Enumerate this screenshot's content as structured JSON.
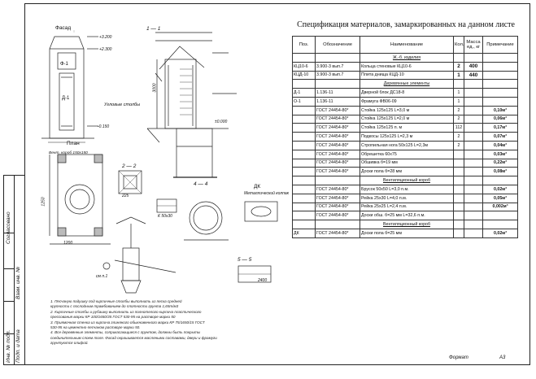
{
  "spec": {
    "title": "Спецификация материалов, замаркированных на данном листе",
    "headers": {
      "poz": "Поз.",
      "oboz": "Обозначение",
      "naim": "Наименование",
      "kol": "Кол.",
      "massa": "Масса ед., кг",
      "prim": "Примечание"
    },
    "rows": [
      {
        "poz": "",
        "oboz": "",
        "naim": "Ж.-б. изделия",
        "kol": "",
        "massa": "",
        "prim": "",
        "kind": "section"
      },
      {
        "poz": "КЦ10-6",
        "oboz": "3.900-3 вып.7",
        "naim": "Кольца стеновые КЦ10-6",
        "kol": "2",
        "massa": "400",
        "prim": "",
        "kind": "big"
      },
      {
        "poz": "КЦД-10",
        "oboz": "3.900-3 вып.7",
        "naim": "Плита днища КЦД-10",
        "kol": "1",
        "massa": "440",
        "prim": "",
        "kind": "big"
      },
      {
        "poz": "",
        "oboz": "",
        "naim": "Деревянные элементы",
        "kol": "",
        "massa": "",
        "prim": "",
        "kind": "section"
      },
      {
        "poz": "Д-1",
        "oboz": "1.136-11",
        "naim": "Дверной блок ДС18-8",
        "kol": "1",
        "massa": "",
        "prim": ""
      },
      {
        "poz": "О-1",
        "oboz": "1.136-11",
        "naim": "Фрамуга ФВ06-09",
        "kol": "1",
        "massa": "",
        "prim": ""
      },
      {
        "poz": "",
        "oboz": "ГОСТ 24454-80*",
        "naim": "Стойка 125x125 L=3,0 м",
        "kol": "2",
        "massa": "",
        "prim": "0,10м³"
      },
      {
        "poz": "",
        "oboz": "ГОСТ 24454-80*",
        "naim": "Стойка 125x125 L=2,0 м",
        "kol": "2",
        "massa": "",
        "prim": "0,06м³"
      },
      {
        "poz": "",
        "oboz": "ГОСТ 24454-80*",
        "naim": "Стойка 125x125 п. м",
        "kol": "112",
        "massa": "",
        "prim": "0,17м³"
      },
      {
        "poz": "",
        "oboz": "ГОСТ 24454-80*",
        "naim": "Подкосы 125x125 L=2,3 м",
        "kol": "2",
        "massa": "",
        "prim": "0,07м³"
      },
      {
        "poz": "",
        "oboz": "ГОСТ 24454-80*",
        "naim": "Стропильная нога 50x125 L=2,3м",
        "kol": "2",
        "massa": "",
        "prim": "0,04м³"
      },
      {
        "poz": "",
        "oboz": "ГОСТ 24454-80*",
        "naim": "Обрешетка 60x75",
        "kol": "",
        "massa": "",
        "prim": "0,03м³"
      },
      {
        "poz": "",
        "oboz": "ГОСТ 24454-80*",
        "naim": "Обшивка б=19 мм",
        "kol": "",
        "massa": "",
        "prim": "0,22м³"
      },
      {
        "poz": "",
        "oboz": "ГОСТ 24454-80*",
        "naim": "Доски пола б=28 мм",
        "kol": "",
        "massa": "",
        "prim": "0,08м³"
      },
      {
        "poz": "",
        "oboz": "",
        "naim": "Вентиляционный короб",
        "kol": "",
        "massa": "",
        "prim": "",
        "kind": "section"
      },
      {
        "poz": "",
        "oboz": "ГОСТ 24454-80*",
        "naim": "Брусок 50x50  L=3,0 п.м.",
        "kol": "",
        "massa": "",
        "prim": "0,02м³"
      },
      {
        "poz": "",
        "oboz": "ГОСТ 24454-80*",
        "naim": "Рейка 25x30  L=4,0 п.м.",
        "kol": "",
        "massa": "",
        "prim": "0,05м³"
      },
      {
        "poz": "",
        "oboz": "ГОСТ 24454-80*",
        "naim": "Рейка 25x25  L=2,4 п.м.",
        "kol": "",
        "massa": "",
        "prim": "0,002м³"
      },
      {
        "poz": "",
        "oboz": "ГОСТ 24454-80*",
        "naim": "Доски обш. б=25 мм  L=32,6 п.м.",
        "kol": "",
        "massa": "",
        "prim": ""
      },
      {
        "poz": "",
        "oboz": "",
        "naim": "Вентиляционный короб",
        "kol": "",
        "massa": "",
        "prim": "",
        "kind": "section"
      },
      {
        "poz": "ДК",
        "oboz": "ГОСТ 24454-80*",
        "naim": "Доски пола б=25 мм",
        "kol": "",
        "massa": "",
        "prim": "0,02м³"
      }
    ]
  },
  "drawing": {
    "facade": "Фасад",
    "plan": "План",
    "section": "1 — 1",
    "section2": "2 — 2",
    "section4": "4 — 4",
    "section5": "5 — 5",
    "dk": "ДК",
    "dk_sub": "Металлический колпак",
    "o1": "Ф-1",
    "d1": "Д-1",
    "corner_post": "Угловые столбы",
    "lvl1": "+3.200",
    "lvl2": "+2.300",
    "lvl3": "-0.150",
    "lvl4": "±0.000",
    "vent": "Вент. короб 150x150",
    "dim_1200": "1200",
    "dim_1250": "1250",
    "dim_3000": "3000",
    "dim_2400": "2400",
    "dim_225": "225",
    "k": "К 50x30",
    "cm": "см п.1"
  },
  "notes": [
    "1. Песчаную подушку под кирпичные столбы выполнить из песка средней",
    "крупности с послойным трамбованием до плотности грунта 1,65т/м3",
    "2. Кирпичные столбы и рубашку выполнить из полнотелого кирпича пластического",
    "прессования марки КР 100/1650/35 ГОСТ 530-95 на растворе марки 50",
    "3. Приямочная стенка из кирпича глиняного обыкновенного марки КР 75/1650/15 ГОСТ",
    "530-95 на цементно-песчаном растворе марки 50.",
    "4. Все деревянные элементы, соприкасающиеся с грунтом, должны быть покрыты",
    "соединительным слоем толя. Фасад окрашивается масляными составами, двери и фрамуги",
    "грунтуются олифой."
  ],
  "stamp": {
    "format_label": "Формат",
    "format": "А3",
    "side": [
      "Согласовано",
      "Инв. № подл.",
      "Подп. и дата",
      "Взам. инв. №"
    ]
  }
}
